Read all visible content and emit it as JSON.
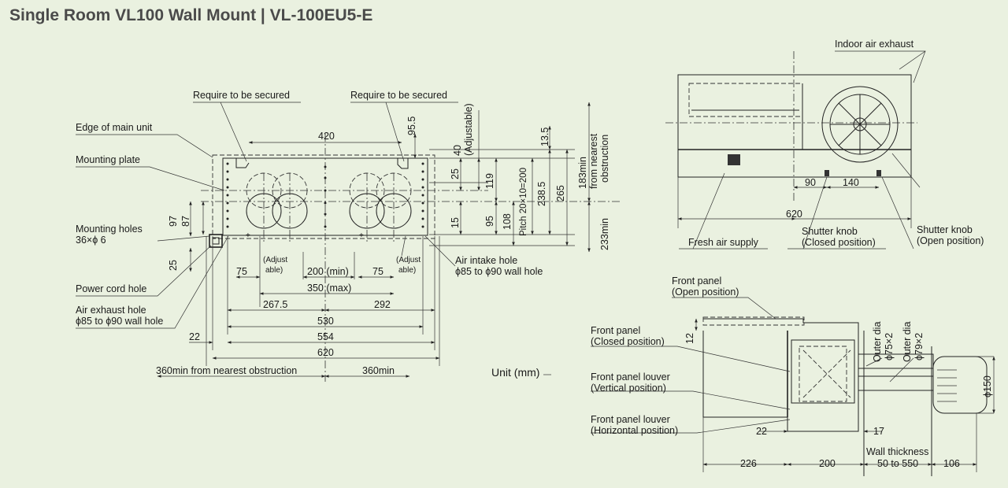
{
  "title": "Single Room VL100 Wall Mount | VL-100EU5-E",
  "unit": "Unit (mm)",
  "front_view": {
    "labels": {
      "require_secured_left": "Require to be secured",
      "require_secured_right": "Require to be secured",
      "edge_main_unit": "Edge of main unit",
      "mounting_plate": "Mounting plate",
      "mounting_holes_l1": "Mounting holes",
      "mounting_holes_l2": "36×ϕ 6",
      "power_cord_hole": "Power cord hole",
      "air_exhaust_l1": "Air exhaust hole",
      "air_exhaust_l2": "ϕ85 to ϕ90 wall hole",
      "air_intake_l1": "Air intake hole",
      "air_intake_l2": "ϕ85 to ϕ90 wall hole",
      "adjustable_left_l1": "(Adjust",
      "adjustable_left_l2": "able)",
      "adjustable_right_l1": "(Adjust",
      "adjustable_right_l2": "able)",
      "adjustable_vertical": "(Adjustable)",
      "obstruction_top_l1": "183min",
      "obstruction_top_l2": "from nearest",
      "obstruction_top_l3": "obstruction",
      "obstruction_bottom": "233min",
      "obstruction_left": "360min from nearest obstruction",
      "obstruction_right": "360min"
    },
    "dims": {
      "d420": "420",
      "d95_5": "95.5",
      "d40": "40",
      "d13_5": "13.5",
      "d25_top": "25",
      "d119": "119",
      "d238_5": "238.5",
      "d265": "265",
      "d15": "15",
      "d95": "95",
      "d108": "108",
      "pitch": "Pitch 20×10=200",
      "d97": "97",
      "d87": "87",
      "d25_left": "25",
      "d75_left": "75",
      "d200min": "200 (min)",
      "d75_right": "75",
      "d350max": "350 (max)",
      "d267_5": "267.5",
      "d292": "292",
      "d530": "530",
      "d554": "554",
      "d620": "620",
      "d22": "22"
    }
  },
  "top_view": {
    "labels": {
      "indoor_exhaust": "Indoor air exhaust",
      "fresh_air": "Fresh air supply",
      "shutter_closed_l1": "Shutter knob",
      "shutter_closed_l2": "(Closed position)",
      "shutter_open_l1": "Shutter knob",
      "shutter_open_l2": "(Open position)"
    },
    "dims": {
      "d90": "90",
      "d140": "140",
      "d620": "620"
    }
  },
  "side_view": {
    "labels": {
      "front_open_l1": "Front panel",
      "front_open_l2": "(Open position)",
      "front_closed_l1": "Front panel",
      "front_closed_l2": "(Closed position)",
      "louver_vertical_l1": "Front panel louver",
      "louver_vertical_l2": "(Vertical position)",
      "louver_horizontal_l1": "Front panel louver",
      "louver_horizontal_l2": "(Horizontal position)",
      "outer_dia_75_l1": "Outer dia",
      "outer_dia_75_l2": "ϕ75×2",
      "outer_dia_79_l1": "Outer dia",
      "outer_dia_79_l2": "ϕ79×2",
      "phi150": "ϕ150",
      "wall_thickness_l1": "Wall thickness",
      "wall_thickness_l2": "50 to 550"
    },
    "dims": {
      "d12": "12",
      "d22": "22",
      "d17": "17",
      "d226": "226",
      "d200": "200",
      "d106": "106"
    }
  }
}
